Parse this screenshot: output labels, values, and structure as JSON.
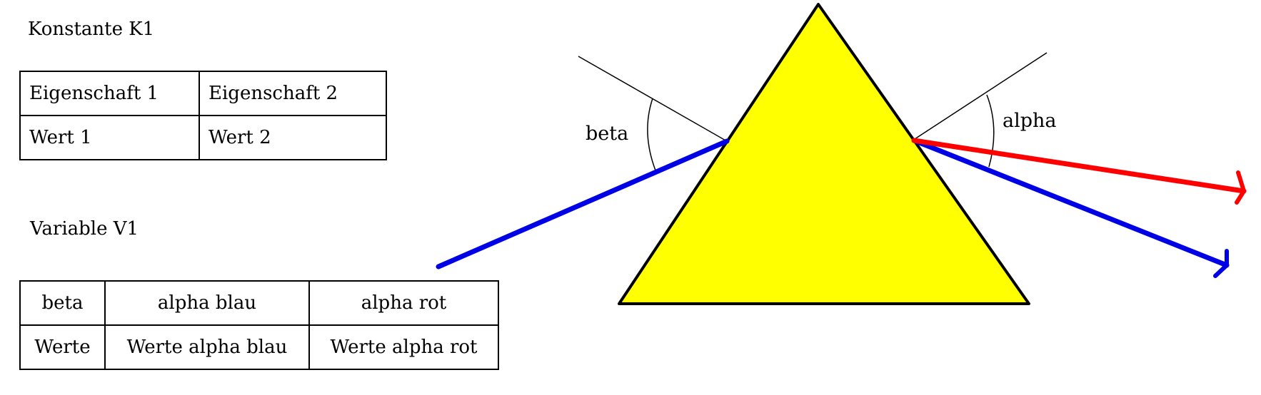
{
  "constant": {
    "title": "Konstante K1",
    "headers": [
      "Eigenschaft 1",
      "Eigenschaft 2"
    ],
    "values": [
      "Wert 1",
      "Wert 2"
    ]
  },
  "variable": {
    "title": "Variable V1",
    "headers": [
      "beta",
      "alpha blau",
      "alpha rot"
    ],
    "values": [
      "Werte",
      "Werte alpha blau",
      "Werte alpha rot"
    ]
  },
  "diagram": {
    "angle_in_label": "beta",
    "angle_out_label": "alpha",
    "colors": {
      "prism_fill": "#ffff00",
      "prism_stroke": "#000000",
      "blue_ray": "#0000e6",
      "red_ray": "#ff0000"
    }
  }
}
